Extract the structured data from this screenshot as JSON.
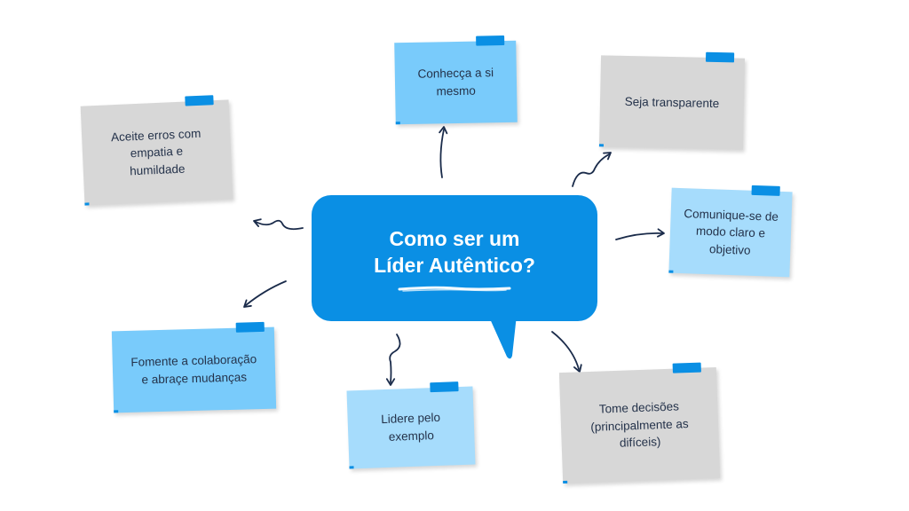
{
  "central_question": "Como ser um\nLíder Autêntico?",
  "colors": {
    "bubble": "#0a8fe4",
    "bubble_text": "#ffffff",
    "note_blue": "#79cbfb",
    "note_light_blue": "#a6dcfc",
    "note_gray": "#d7d7d7",
    "tape": "#0a8fe4",
    "arrow": "#1a2b4a",
    "note_text": "#24324a"
  },
  "notes": [
    {
      "id": "conheca",
      "text": "Conhecça a si\nmesmo",
      "color": "blue"
    },
    {
      "id": "transparente",
      "text": "Seja transparente",
      "color": "gray"
    },
    {
      "id": "comunique",
      "text": "Comunique-se de\nmodo claro e\nobjetivo",
      "color": "light_blue"
    },
    {
      "id": "decisoes",
      "text": "Tome decisões\n(principalmente as\ndifíceis)",
      "color": "gray"
    },
    {
      "id": "lidere",
      "text": "Lidere pelo\nexemplo",
      "color": "light_blue"
    },
    {
      "id": "colaboracao",
      "text": "Fomente a colaboração\ne abraçe mudanças",
      "color": "blue"
    },
    {
      "id": "erros",
      "text": "Aceite erros com\nempatia e\nhumildade",
      "color": "gray"
    }
  ]
}
